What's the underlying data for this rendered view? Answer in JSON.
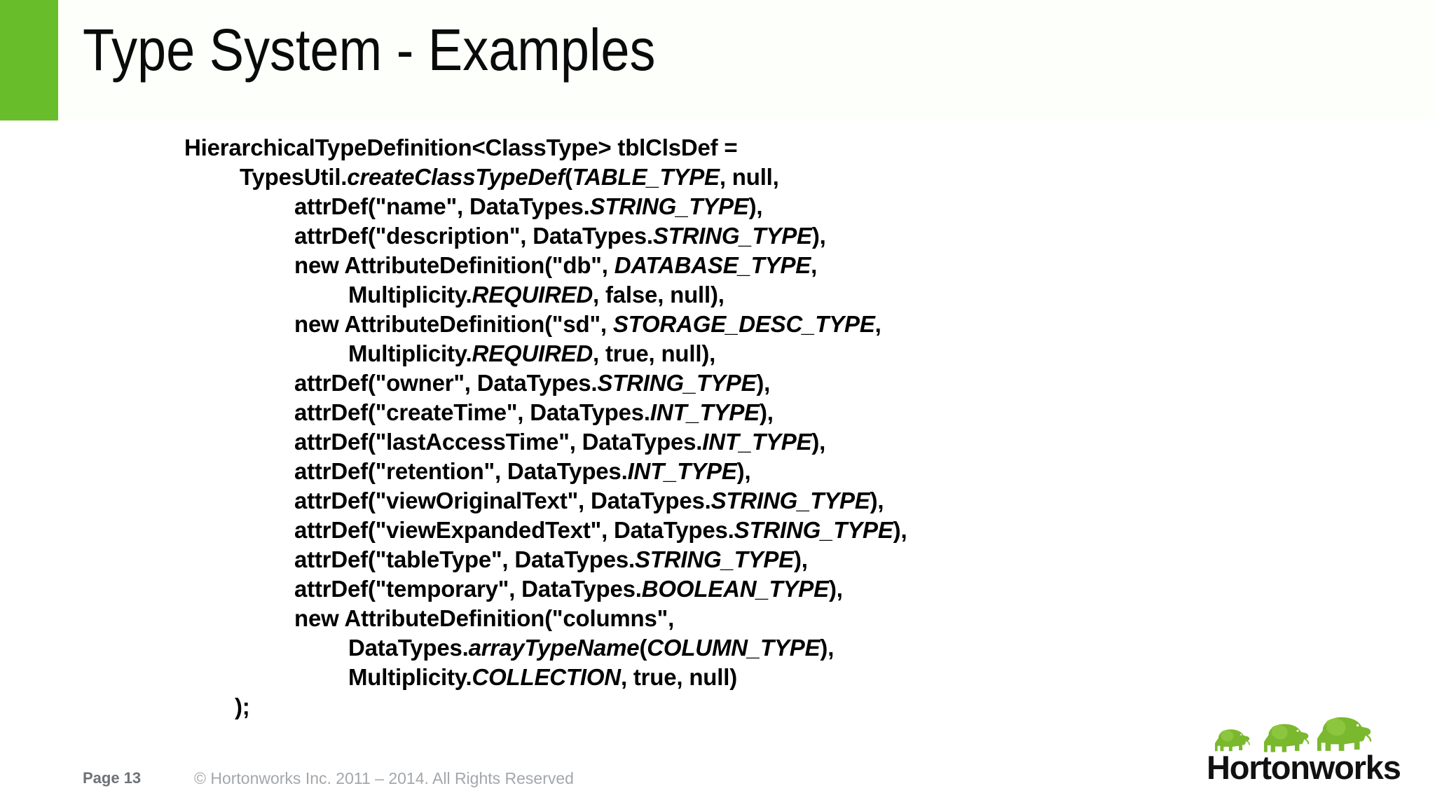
{
  "slide": {
    "title": "Type System - Examples",
    "accent_color": "#68bd2b",
    "header_background": "#fdfffb",
    "background": "#ffffff"
  },
  "code": {
    "language": "java",
    "lines": [
      {
        "indent": 0,
        "segments": [
          {
            "text": "HierarchicalTypeDefinition<ClassType> tblClsDef =",
            "italic": false
          }
        ]
      },
      {
        "indent": 1,
        "segments": [
          {
            "text": "TypesUtil.",
            "italic": false
          },
          {
            "text": "createClassTypeDef",
            "italic": true
          },
          {
            "text": "(",
            "italic": false
          },
          {
            "text": "TABLE_TYPE",
            "italic": true
          },
          {
            "text": ", null,",
            "italic": false
          }
        ]
      },
      {
        "indent": 2,
        "segments": [
          {
            "text": "attrDef(\"name\", DataTypes.",
            "italic": false
          },
          {
            "text": "STRING_TYPE",
            "italic": true
          },
          {
            "text": "),",
            "italic": false
          }
        ]
      },
      {
        "indent": 2,
        "segments": [
          {
            "text": "attrDef(\"description\", DataTypes.",
            "italic": false
          },
          {
            "text": "STRING_TYPE",
            "italic": true
          },
          {
            "text": "),",
            "italic": false
          }
        ]
      },
      {
        "indent": 2,
        "segments": [
          {
            "text": "new AttributeDefinition(\"db\", ",
            "italic": false
          },
          {
            "text": "DATABASE_TYPE",
            "italic": true
          },
          {
            "text": ",",
            "italic": false
          }
        ]
      },
      {
        "indent": 3,
        "segments": [
          {
            "text": "Multiplicity.",
            "italic": false
          },
          {
            "text": "REQUIRED",
            "italic": true
          },
          {
            "text": ", false, null),",
            "italic": false
          }
        ]
      },
      {
        "indent": 2,
        "segments": [
          {
            "text": "new AttributeDefinition(\"sd\", ",
            "italic": false
          },
          {
            "text": "STORAGE_DESC_TYPE",
            "italic": true
          },
          {
            "text": ",",
            "italic": false
          }
        ]
      },
      {
        "indent": 3,
        "segments": [
          {
            "text": "Multiplicity.",
            "italic": false
          },
          {
            "text": "REQUIRED",
            "italic": true
          },
          {
            "text": ", true, null),",
            "italic": false
          }
        ]
      },
      {
        "indent": 2,
        "segments": [
          {
            "text": "attrDef(\"owner\", DataTypes.",
            "italic": false
          },
          {
            "text": "STRING_TYPE",
            "italic": true
          },
          {
            "text": "),",
            "italic": false
          }
        ]
      },
      {
        "indent": 2,
        "segments": [
          {
            "text": "attrDef(\"createTime\", DataTypes.",
            "italic": false
          },
          {
            "text": "INT_TYPE",
            "italic": true
          },
          {
            "text": "),",
            "italic": false
          }
        ]
      },
      {
        "indent": 2,
        "segments": [
          {
            "text": "attrDef(\"lastAccessTime\", DataTypes.",
            "italic": false
          },
          {
            "text": "INT_TYPE",
            "italic": true
          },
          {
            "text": "),",
            "italic": false
          }
        ]
      },
      {
        "indent": 2,
        "segments": [
          {
            "text": "attrDef(\"retention\", DataTypes.",
            "italic": false
          },
          {
            "text": "INT_TYPE",
            "italic": true
          },
          {
            "text": "),",
            "italic": false
          }
        ]
      },
      {
        "indent": 2,
        "segments": [
          {
            "text": "attrDef(\"viewOriginalText\", DataTypes.",
            "italic": false
          },
          {
            "text": "STRING_TYPE",
            "italic": true
          },
          {
            "text": "),",
            "italic": false
          }
        ]
      },
      {
        "indent": 2,
        "segments": [
          {
            "text": "attrDef(\"viewExpandedText\", DataTypes.",
            "italic": false
          },
          {
            "text": "STRING_TYPE",
            "italic": true
          },
          {
            "text": "),",
            "italic": false
          }
        ]
      },
      {
        "indent": 2,
        "segments": [
          {
            "text": "attrDef(\"tableType\", DataTypes.",
            "italic": false
          },
          {
            "text": "STRING_TYPE",
            "italic": true
          },
          {
            "text": "),",
            "italic": false
          }
        ]
      },
      {
        "indent": 2,
        "segments": [
          {
            "text": "attrDef(\"temporary\", DataTypes.",
            "italic": false
          },
          {
            "text": "BOOLEAN_TYPE",
            "italic": true
          },
          {
            "text": "),",
            "italic": false
          }
        ]
      },
      {
        "indent": 2,
        "segments": [
          {
            "text": "new AttributeDefinition(\"columns\",",
            "italic": false
          }
        ]
      },
      {
        "indent": 3,
        "segments": [
          {
            "text": "DataTypes.",
            "italic": false
          },
          {
            "text": "arrayTypeName",
            "italic": true
          },
          {
            "text": "(",
            "italic": false
          },
          {
            "text": "COLUMN_TYPE",
            "italic": true
          },
          {
            "text": "),",
            "italic": false
          }
        ]
      },
      {
        "indent": 3,
        "segments": [
          {
            "text": "Multiplicity.",
            "italic": false
          },
          {
            "text": "COLLECTION",
            "italic": true
          },
          {
            "text": ", true, null)",
            "italic": false
          }
        ]
      },
      {
        "indent": 9,
        "segments": [
          {
            "text": ");",
            "italic": false
          }
        ]
      }
    ]
  },
  "footer": {
    "page_label": "Page 13",
    "copyright": "© Hortonworks Inc. 2011 – 2014. All Rights Reserved"
  },
  "logo": {
    "wordmark": "Hortonworks",
    "elephant_color": "#7ab82e",
    "wordmark_color": "#111111",
    "elephant_count": 3
  }
}
